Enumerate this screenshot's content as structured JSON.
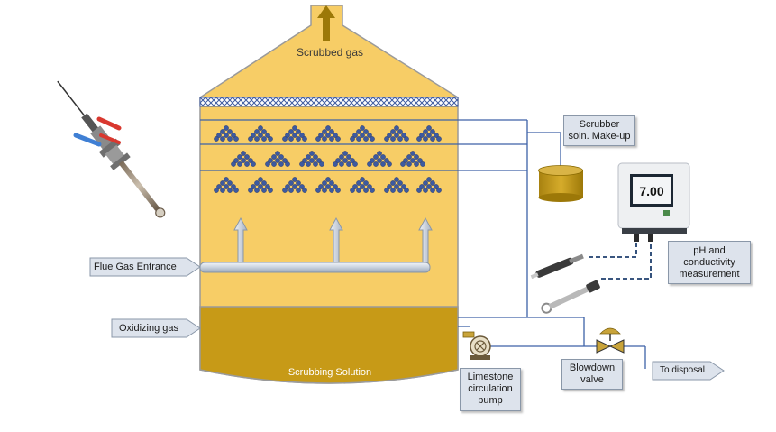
{
  "labels": {
    "scrubbed_gas": "Scrubbed gas",
    "flue_gas_entrance": "Flue Gas Entrance",
    "oxidizing_gas": "Oxidizing gas",
    "scrubbing_solution": "Scrubbing Solution",
    "scrubber_makeup": "Scrubber soln. Make-up",
    "ph_conductivity": "pH and conductivity measurement",
    "limestone_pump": "Limestone circulation pump",
    "blowdown_valve": "Blowdown valve",
    "to_disposal": "To disposal"
  },
  "analyzer": {
    "reading": "7.00"
  },
  "colors": {
    "vessel_fill": "#f7cd66",
    "solution_fill": "#c79a17",
    "pipe": "#3d62a8",
    "label_bg": "#dde3ec",
    "spray_droplet": "#3d5aa0"
  },
  "icons": {
    "pump": "pump-icon",
    "valve": "valve-icon",
    "tank": "makeup-tank-icon",
    "probe": "sensor-probe-icon",
    "analyzer": "analyzer-icon"
  }
}
